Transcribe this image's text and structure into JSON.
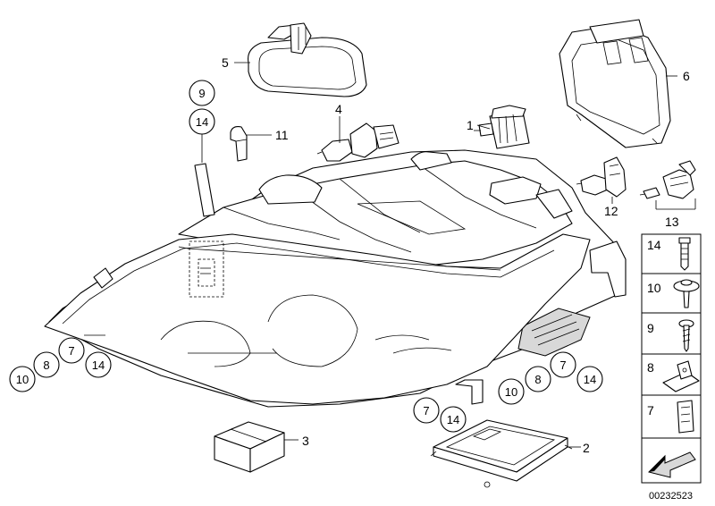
{
  "callouts": {
    "c1": "1",
    "c2": "2",
    "c3": "3",
    "c4": "4",
    "c5": "5",
    "c6": "6",
    "c11": "11",
    "c12": "12",
    "c13": "13",
    "bubble_9": "9",
    "bubble_14_top": "14",
    "bubble_7_left": "7",
    "bubble_8_left": "8",
    "bubble_10_left": "10",
    "bubble_14_left": "14",
    "bubble_7_right": "7",
    "bubble_8_right": "8",
    "bubble_10_right": "10",
    "bubble_14_right": "14",
    "bubble_7_bottom": "7",
    "bubble_14_bottom": "14"
  },
  "legend": [
    {
      "num": "14",
      "icon": "expansion-rivet-icon"
    },
    {
      "num": "10",
      "icon": "washer-screw-icon"
    },
    {
      "num": "9",
      "icon": "tapping-screw-icon"
    },
    {
      "num": "8",
      "icon": "clip-nut-icon"
    },
    {
      "num": "7",
      "icon": "spring-clip-icon"
    },
    {
      "num": "",
      "icon": "arrow-icon"
    }
  ],
  "reference_number": "00232523"
}
